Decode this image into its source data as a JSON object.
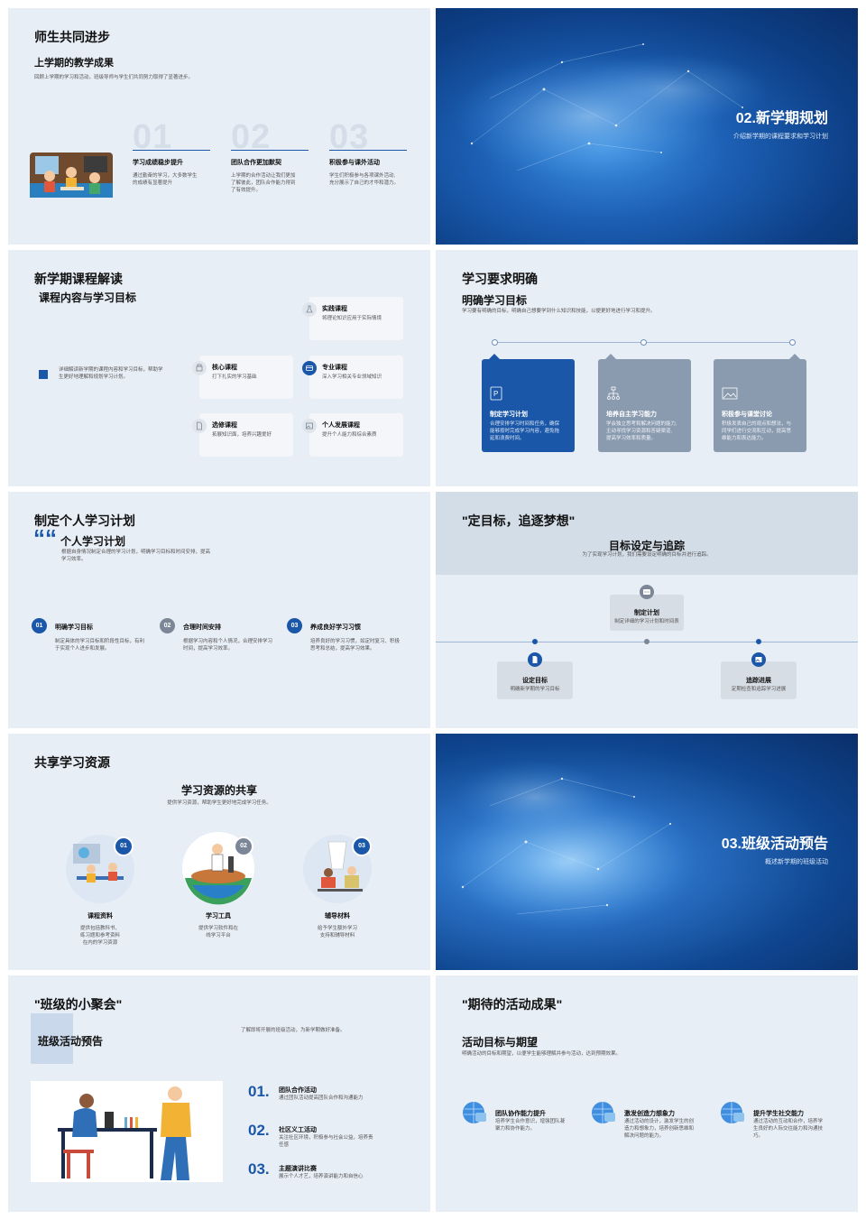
{
  "s1": {
    "title": "师生共同进步",
    "subtitle": "上学期的教学成果",
    "desc": "回顾上学期的学习和活动，班级导师与学生们共同努力取得了显著进步。",
    "items": [
      {
        "num": "01",
        "label": "学习成绩稳步提升",
        "desc1": "通过勤奋的学习，大多数学生",
        "desc2": "的成绩有显著提升"
      },
      {
        "num": "02",
        "label": "团队合作更加默契",
        "desc1": "上学期的合作活动让我们更加",
        "desc2": "了解彼此，团队合作能力得到",
        "desc3": "了有效提升。"
      },
      {
        "num": "03",
        "label": "积极参与课外活动",
        "desc1": "学生们积极参与各项课外活动,",
        "desc2": "充分展示了自己的才华和潜力。"
      }
    ]
  },
  "s2": {
    "title": "02.新学期规划",
    "subtitle": "介绍新学期的课程要求和学习计划"
  },
  "s3": {
    "title": "新学期课程解读",
    "subtitle": "课程内容与学习目标",
    "desc1": "详细解读新学期的课程内容和学习目标，帮助学",
    "desc2": "生更好地理解和规划学习计划。",
    "cards": [
      {
        "label": "实践课程",
        "desc": "将理论知识应用于实际情境"
      },
      {
        "label": "核心课程",
        "desc": "打下扎实的学习基础"
      },
      {
        "label": "专业课程",
        "desc": "深入学习相关专业领域知识"
      },
      {
        "label": "选修课程",
        "desc": "拓展知识面，培养兴趣爱好"
      },
      {
        "label": "个人发展课程",
        "desc": "提升个人能力和综合素质"
      }
    ]
  },
  "s4": {
    "title": "学习要求明确",
    "subtitle": "明确学习目标",
    "desc": "学习要有明确的目标，明确自己想要学到什么知识和技能，以便更好地进行学习和提升。",
    "cards": [
      {
        "label": "制定学习计划",
        "d1": "合理安排学习时间和任务，确保",
        "d2": "能够按时完成学习内容，避免拖",
        "d3": "延和浪费时间。"
      },
      {
        "label": "培养自主学习能力",
        "d1": "学会独立思考和解决问题的能力,",
        "d2": "主动寻找学习资源和答疑渠道,",
        "d3": "提高学习效率和质量。"
      },
      {
        "label": "积极参与课堂讨论",
        "d1": "积极发表自己的观点和想法，与",
        "d2": "同学们进行交流和互动，提高思",
        "d3": "维能力和表达能力。"
      }
    ]
  },
  "s5": {
    "title": "制定个人学习计划",
    "quote": "““",
    "subtitle": "个人学习计划",
    "desc1": "根据自身情况制定合理的学习计划，明确学习目标和时间安排，提高",
    "desc2": "学习效率。",
    "items": [
      {
        "num": "01",
        "label": "明确学习目标",
        "d1": "制定具体的学习目标和阶段性目标，有利",
        "d2": "于实现个人进步和发展。"
      },
      {
        "num": "02",
        "label": "合理时间安排",
        "d1": "根据学习内容和个人情况，合理安排学习",
        "d2": "时间，提高学习效率。"
      },
      {
        "num": "03",
        "label": "养成良好学习习惯",
        "d1": "培养良好的学习习惯，如定时复习、积极",
        "d2": "思考和总结，提高学习效果。"
      }
    ]
  },
  "s6": {
    "title": "\"定目标，追逐梦想\"",
    "subtitle": "目标设定与追踪",
    "desc": "为了实现学习计划，我们需要设定明确的目标并进行追踪。",
    "center": {
      "label": "制定计划",
      "desc": "制定详细的学习计划和时间表"
    },
    "left": {
      "label": "设定目标",
      "desc": "明确新学期的学习目标"
    },
    "right": {
      "label": "追踪进展",
      "desc": "定期检查和追踪学习进展"
    }
  },
  "s7": {
    "title": "共享学习资源",
    "subtitle": "学习资源的共享",
    "desc": "提供学习资源，帮助学生更好地完成学习任务。",
    "items": [
      {
        "num": "01",
        "label": "课程资料",
        "d1": "提供包括教科书、",
        "d2": "练习题和参考资料",
        "d3": "在内的学习资源"
      },
      {
        "num": "02",
        "label": "学习工具",
        "d1": "提供学习软件和在",
        "d2": "线学习平台",
        "d3": ""
      },
      {
        "num": "03",
        "label": "辅导材料",
        "d1": "给予学生额外学习",
        "d2": "支持和辅导材料",
        "d3": ""
      }
    ]
  },
  "s8": {
    "title": "03.班级活动预告",
    "subtitle": "概述新学期的班级活动"
  },
  "s9": {
    "title": "\"班级的小聚会\"",
    "subtitle": "班级活动预告",
    "desc": "了解即将开展的班级活动，为新学期做好准备。",
    "items": [
      {
        "num": "01.",
        "label": "团队合作活动",
        "d": "通过团队活动提高团队合作和沟通能力"
      },
      {
        "num": "02.",
        "label": "社区义工活动",
        "d": "关注社区环境，积极参与社会公益，培养责",
        "d2": "任感"
      },
      {
        "num": "03.",
        "label": "主题演讲比赛",
        "d": "展示个人才艺，培养演讲能力和自信心"
      }
    ]
  },
  "s10": {
    "title": "\"期待的活动成果\"",
    "subtitle": "活动目标与期望",
    "desc": "明确活动的目标和期望，以便学生能够理解并参与活动，达到预期效果。",
    "items": [
      {
        "label": "团队协作能力提升",
        "d1": "培养学生合作意识，增强团队凝",
        "d2": "聚力和协作能力。",
        "d3": ""
      },
      {
        "label": "激发创造力想象力",
        "d1": "通过活动的设计，激发学生的创",
        "d2": "造力和想象力，培养创新思维和",
        "d3": "解决问题的能力。"
      },
      {
        "label": "提升学生社交能力",
        "d1": "通过活动的互动和合作，培养学",
        "d2": "生良好的人际交往能力和沟通技",
        "d3": "巧。"
      }
    ]
  },
  "colors": {
    "accent": "#1a57a8",
    "gray": "#8a9bb0",
    "bg": "#e8eef6"
  }
}
